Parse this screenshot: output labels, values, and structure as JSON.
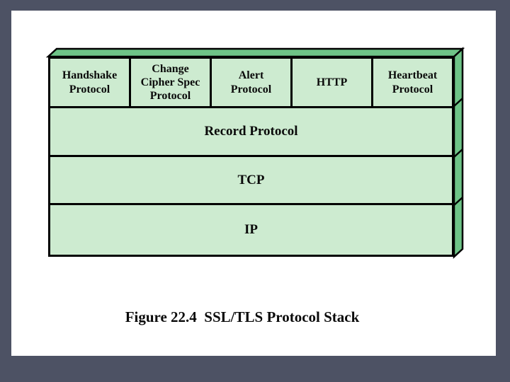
{
  "figure": {
    "caption": "Figure 22.4  SSL/TLS Protocol Stack"
  },
  "colors": {
    "background": "#4d5264",
    "page": "#ffffff",
    "box_face": "#cdebd0",
    "box_side": "#6ec487",
    "outline": "#000000",
    "text": "#0a0a0a"
  },
  "stack": {
    "top_row": [
      {
        "label": "Handshake Protocol",
        "lines": [
          "Handshake",
          "Protocol"
        ]
      },
      {
        "label": "Change Cipher Spec Protocol",
        "lines": [
          "Change",
          "Cipher Spec",
          "Protocol"
        ]
      },
      {
        "label": "Alert Protocol",
        "lines": [
          "Alert",
          "Protocol"
        ]
      },
      {
        "label": "HTTP",
        "lines": [
          "HTTP"
        ]
      },
      {
        "label": "Heartbeat Protocol",
        "lines": [
          "Heartbeat",
          "Protocol"
        ]
      }
    ],
    "layers": [
      {
        "label": "Record Protocol"
      },
      {
        "label": "TCP"
      },
      {
        "label": "IP"
      }
    ]
  }
}
